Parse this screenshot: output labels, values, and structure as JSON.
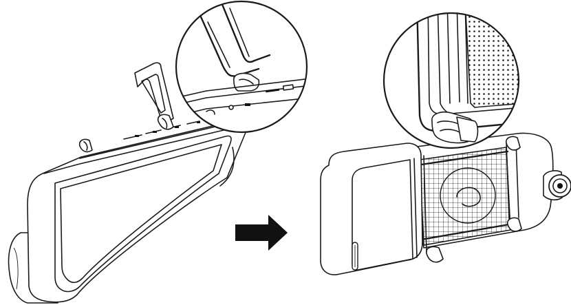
{
  "figure": {
    "step_from": "mirror-dashcam-with-mount-strap",
    "step_to": "mirror-dashcam-strapped-to-car-mirror",
    "arrow_direction": "right",
    "stroke_color": "#1a1a1a",
    "background_color": "#ffffff",
    "icons": [
      "mirror-camera",
      "strap-clip",
      "magnifier-circle",
      "arrow-right",
      "rear-camera-lens",
      "speaker-grille"
    ]
  }
}
